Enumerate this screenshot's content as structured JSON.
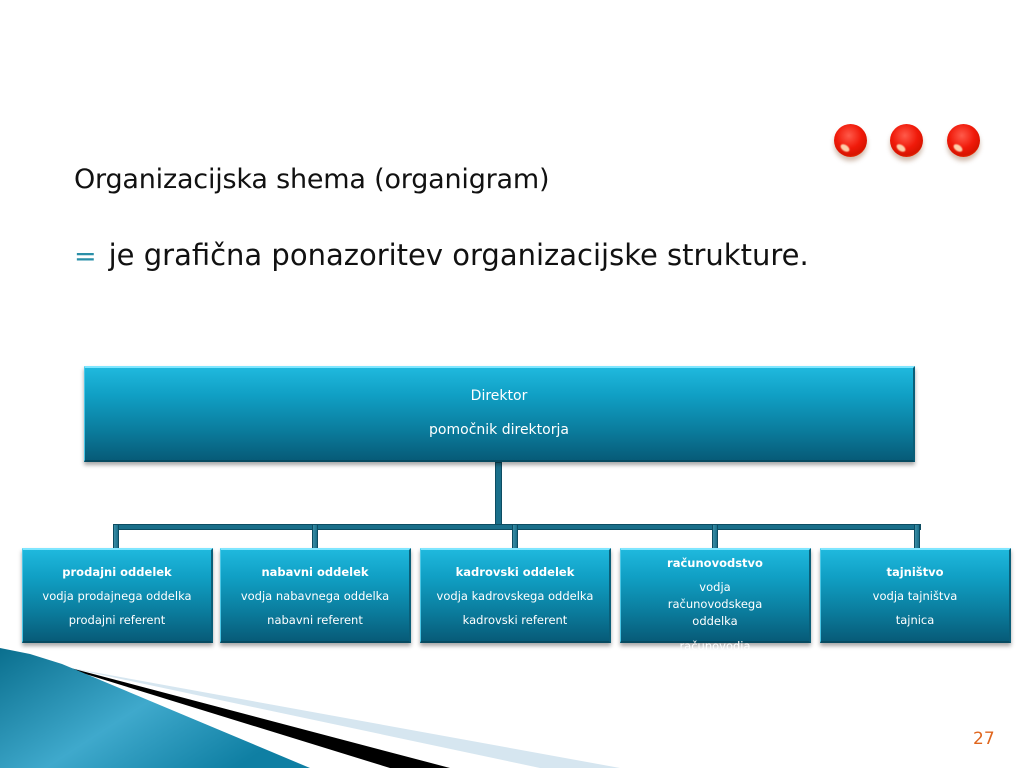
{
  "slide": {
    "title": "Organizacijska shema (organigram)",
    "bullet_symbol": "=",
    "bullet_text": "je grafična ponazoritev organizacijske strukture.",
    "page_number": "27",
    "decor": {
      "dots": [
        "red-bead-icon",
        "red-bead-icon",
        "red-bead-icon"
      ],
      "dot_color": "#e8200a",
      "accent_color": "#2a8fa8",
      "page_number_color": "#e0661e"
    }
  },
  "org_chart": {
    "box_color_top": "#1fb8dd",
    "box_color_bottom": "#075b78",
    "root": {
      "title": "Direktor",
      "subtitle": "pomočnik direktorja"
    },
    "departments": [
      {
        "name": "prodajni oddelek",
        "lines": [
          "vodja prodajnega oddelka",
          "prodajni referent"
        ]
      },
      {
        "name": "nabavni oddelek",
        "lines": [
          "vodja nabavnega oddelka",
          "nabavni referent"
        ]
      },
      {
        "name": "kadrovski oddelek",
        "lines": [
          "vodja kadrovskega oddelka",
          "kadrovski referent"
        ]
      },
      {
        "name": "računovodstvo",
        "lines": [
          "vodja računovodskega oddelka",
          "računovodja"
        ]
      },
      {
        "name": "tajništvo",
        "lines": [
          "vodja tajništva",
          "tajnica"
        ]
      }
    ]
  }
}
